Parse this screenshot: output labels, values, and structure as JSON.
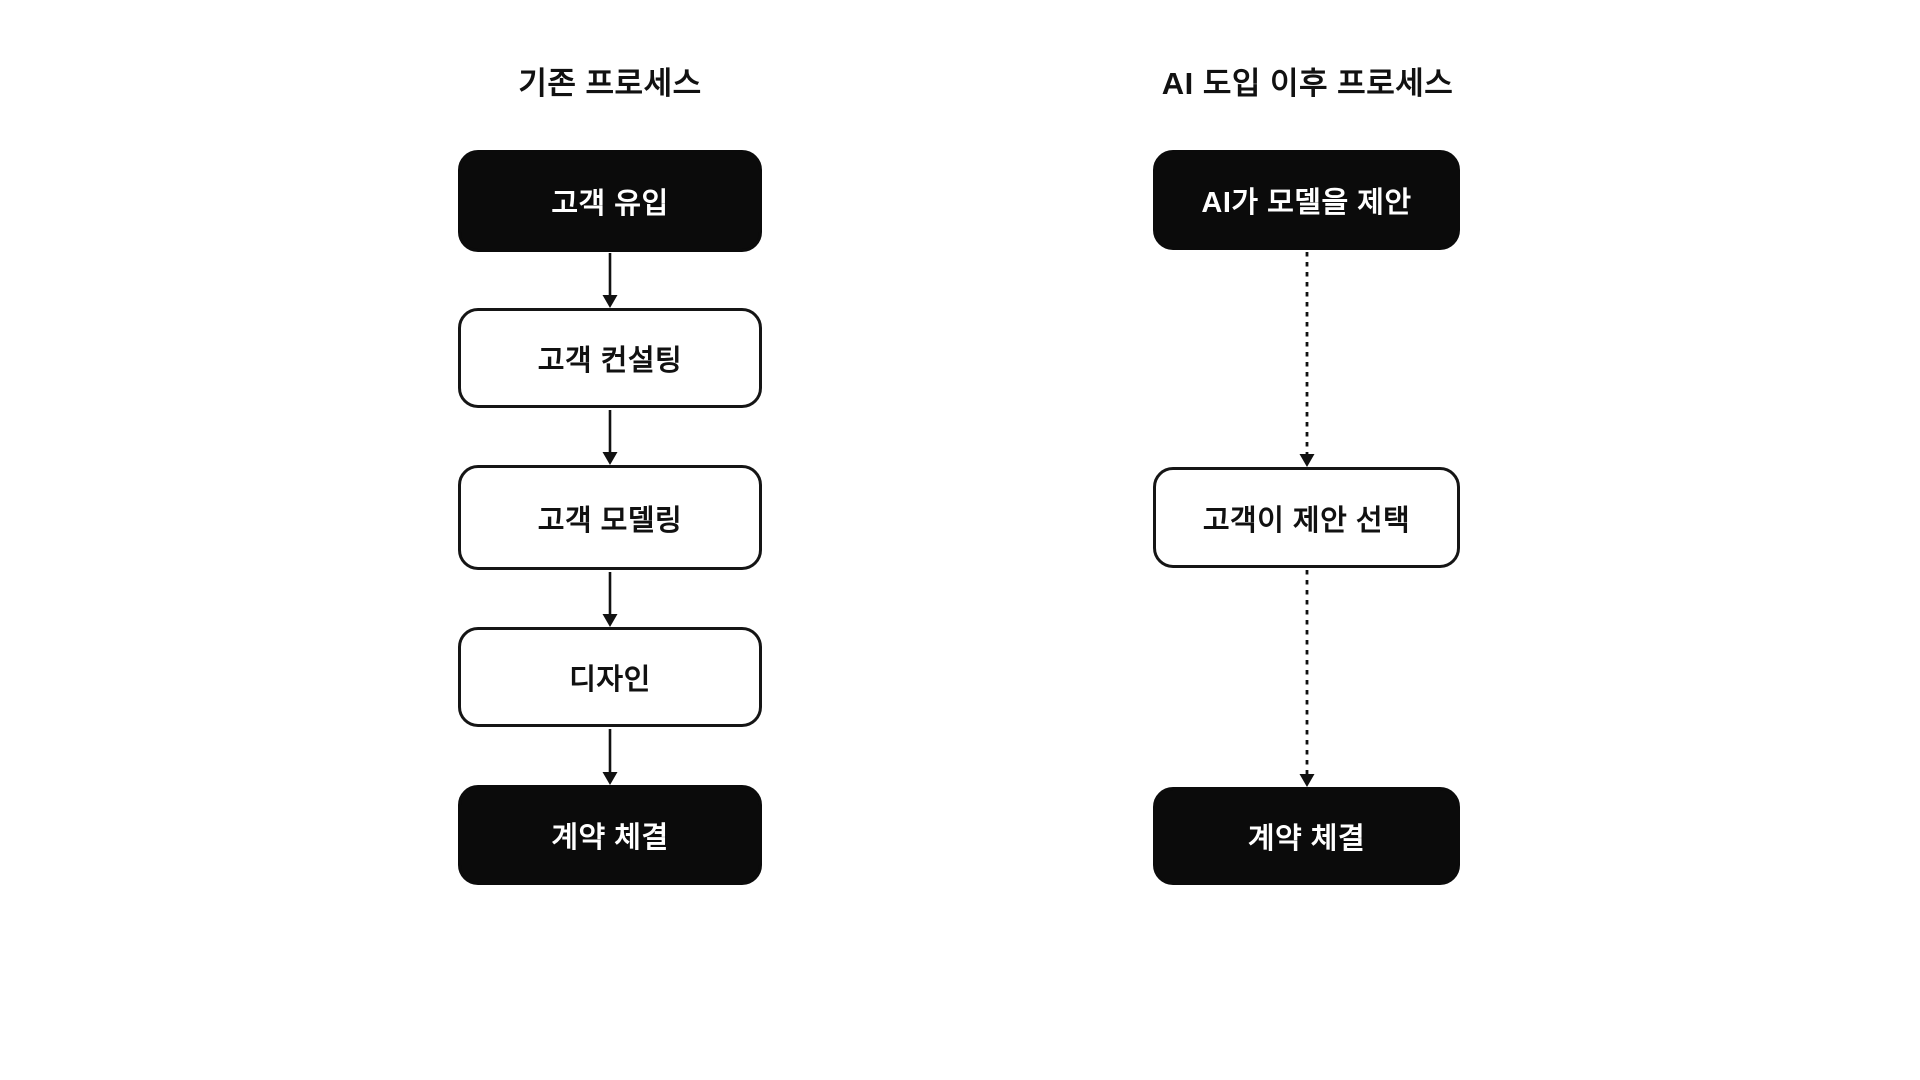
{
  "page": {
    "background_color": "#ffffff",
    "text_color": "#111111",
    "node_fill_color": "#0b0b0b",
    "node_text_on_fill_color": "#ffffff",
    "node_outline_color": "#151515"
  },
  "diagram": {
    "left_column": {
      "title": "기존 프로세스",
      "connector_style": "solid",
      "nodes": [
        {
          "label": "고객 유입",
          "variant": "filled"
        },
        {
          "label": "고객 컨설팅",
          "variant": "outline"
        },
        {
          "label": "고객 모델링",
          "variant": "outline"
        },
        {
          "label": "디자인",
          "variant": "outline"
        },
        {
          "label": "계약 체결",
          "variant": "filled"
        }
      ]
    },
    "right_column": {
      "title": "AI 도입 이후 프로세스",
      "connector_style": "dashed",
      "nodes": [
        {
          "label": "AI가 모델을 제안",
          "variant": "filled"
        },
        {
          "label": "고객이 제안 선택",
          "variant": "outline"
        },
        {
          "label": "계약 체결",
          "variant": "filled"
        }
      ]
    }
  }
}
